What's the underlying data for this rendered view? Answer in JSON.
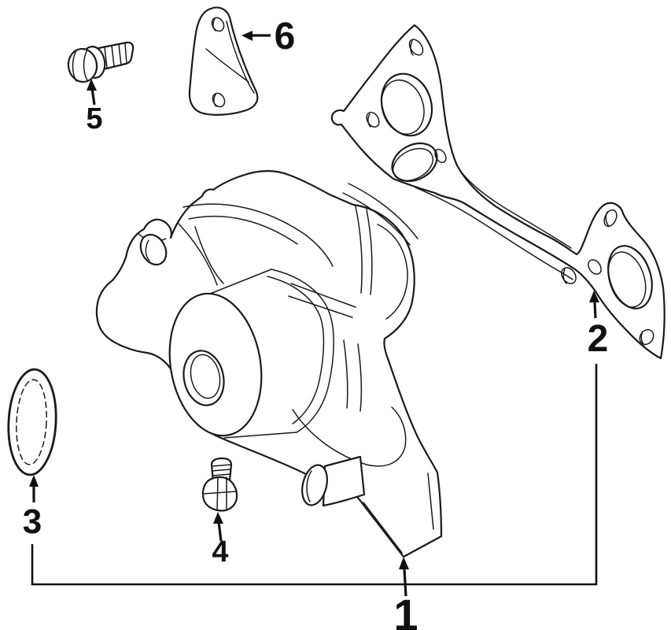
{
  "figure": {
    "type": "exploded-parts-diagram",
    "background_color": "#ffffff",
    "line_color": "#1a1a1a",
    "callouts": [
      {
        "label": "1"
      },
      {
        "label": "2"
      },
      {
        "label": "3"
      },
      {
        "label": "4"
      },
      {
        "label": "5"
      },
      {
        "label": "6"
      }
    ]
  }
}
